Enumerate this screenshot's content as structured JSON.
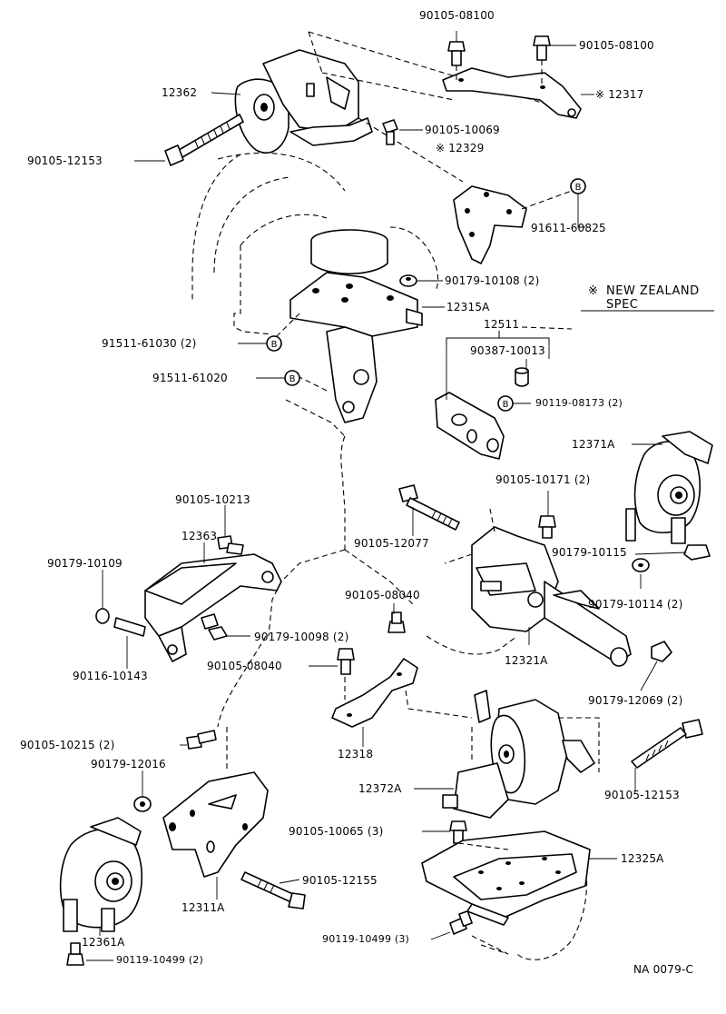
{
  "diagram_id": "NA  0079-C",
  "note": {
    "mark": "※",
    "line1": "NEW ZEALAND",
    "line2": "SPEC"
  },
  "labels": {
    "p90105_08100_a": "90105-08100",
    "p90105_08100_b": "90105-08100",
    "p12317": "※  12317",
    "p12362": "12362",
    "p90105_10069": "90105-10069",
    "p12329": "※  12329",
    "p90105_12153_a": "90105-12153",
    "p91611_60825": "91611-60825",
    "p90179_10108": "90179-10108 (2)",
    "p12315A": "12315A",
    "p12511": "12511",
    "p91511_61030": "91511-61030 (2)",
    "p90387_10013": "90387-10013",
    "p91511_61020": "91511-61020",
    "p90119_08173": "90119-08173 (2)",
    "p12371A": "12371A",
    "p90105_10171": "90105-10171 (2)",
    "p90105_10213": "90105-10213",
    "p12363": "12363",
    "p90105_12077": "90105-12077",
    "p90179_10109": "90179-10109",
    "p90179_10115": "90179-10115",
    "p90105_08040_a": "90105-08040",
    "p90179_10114": "90179-10114 (2)",
    "p90179_10098": "90179-10098 (2)",
    "p90116_10143": "90116-10143",
    "p90105_08040_b": "90105-08040",
    "p12321A": "12321A",
    "p90179_12069": "90179-12069 (2)",
    "p90105_10215": "90105-10215 (2)",
    "p12318": "12318",
    "p90179_12016": "90179-12016",
    "p12372A": "12372A",
    "p90105_12153_b": "90105-12153",
    "p90105_10065": "90105-10065 (3)",
    "p12325A": "12325A",
    "p90105_12155": "90105-12155",
    "p12311A": "12311A",
    "p12361A": "12361A",
    "p90119_10499_a": "90119-10499 (3)",
    "p90119_10499_b": "90119-10499 (2)"
  },
  "badges": {
    "b": "B"
  }
}
